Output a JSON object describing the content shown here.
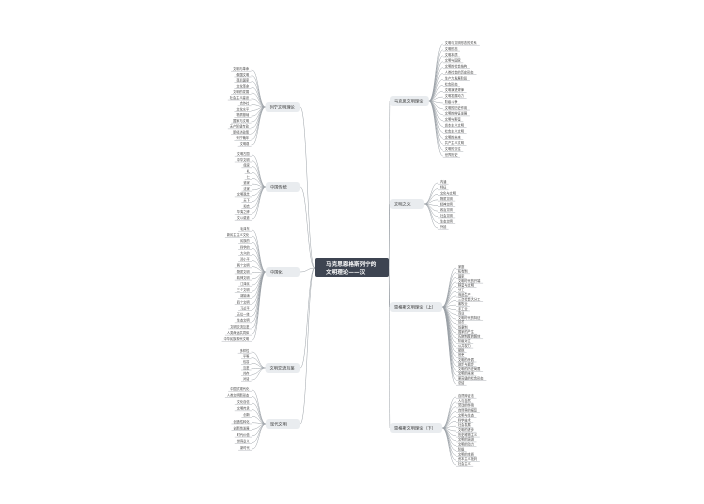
{
  "root": {
    "line1": "马克思恩格斯列宁的",
    "line2": "文明理论——汉"
  },
  "colors": {
    "root_bg": "#3d4451",
    "branch_bg": "#e9ecef",
    "line": "#9aa0a6",
    "text": "#333333"
  },
  "right": [
    {
      "label": "马克思文明理论",
      "children": [
        "文明与文明形态的关系",
        "文明形态",
        "文明本质",
        "文明与国家",
        "文明的社会结构",
        "人类社会的历史形态",
        "生产力发展阶段",
        "社会形态",
        "文明演进规律",
        "文明发展动力",
        "阶级斗争",
        "文明的历史作用",
        "文明的辩证发展",
        "文明与野蛮",
        "资本主义文明",
        "社会主义文明",
        "文明的未来",
        "共产主义文明",
        "文明的交往",
        "世界历史"
      ]
    },
    {
      "label": "文明之义",
      "children": [
        "内涵",
        "特征",
        "文化与文明",
        "物质文明",
        "精神文明",
        "政治文明",
        "社会文明",
        "生态文明",
        "外延"
      ]
    },
    {
      "label": "恩格斯文明理论（上）",
      "children": [
        "家庭",
        "私有制",
        "国家",
        "文明时代的开端",
        "野蛮与文明",
        "分工",
        "商品生产",
        "三次社会大分工",
        "畜牧业",
        "手工业",
        "商业",
        "文明时代的特征",
        "货币",
        "奴隶制",
        "国家的产生",
        "氏族制度的解体",
        "阶级对立",
        "公共权力",
        "赋税",
        "官吏",
        "文明的矛盾",
        "进步与退步",
        "文明的历史局限",
        "文明的未来",
        "更高级的社会形态",
        "总结"
      ]
    },
    {
      "label": "恩格斯文明理论（下）",
      "children": [
        "自然辩证法",
        "人与自然",
        "劳动的作用",
        "自然界的报复",
        "文明与生态",
        "科学技术",
        "社会发展",
        "文明的进步",
        "历史唯物主义",
        "文明的演进",
        "文明的动力",
        "阶级",
        "文明的本质",
        "资本主义批判",
        "社会主义"
      ]
    }
  ],
  "left": [
    {
      "label": "列宁文明理论",
      "children": [
        "文明与革命",
        "俄国文明",
        "落后国家",
        "文化革命",
        "文明的发展",
        "社会主义建设",
        "合作社",
        "文化水平",
        "物质基础",
        "国家与文明",
        "无产阶级专政",
        "新经济政策",
        "列宁晚年",
        "文明观"
      ]
    },
    {
      "label": "中国传统",
      "children": [
        "文明古国",
        "中华文明",
        "儒家",
        "礼",
        "仁",
        "道家",
        "法家",
        "文明观念",
        "天下",
        "和合",
        "华夷之辨",
        "文以载道"
      ]
    },
    {
      "label": "中国化",
      "children": [
        "毛泽东",
        "新民主主义文化",
        "民族的",
        "科学的",
        "大众的",
        "邓小平",
        "两个文明",
        "物质文明",
        "精神文明",
        "江泽民",
        "三个文明",
        "胡锦涛",
        "四个文明",
        "习近平",
        "五位一体",
        "生态文明",
        "文明交流互鉴",
        "人类命运共同体",
        "中华民族现代文明"
      ]
    },
    {
      "label": "文明交流互鉴",
      "children": [
        "多样性",
        "平等",
        "包容",
        "互鉴",
        "共存",
        "对话"
      ]
    },
    {
      "label": "现代文明",
      "children": [
        "中国式现代化",
        "人类文明新形态",
        "文化自信",
        "文明传承",
        "创新",
        "创造性转化",
        "创新性发展",
        "时代价值",
        "世界意义",
        "新时代"
      ]
    }
  ]
}
